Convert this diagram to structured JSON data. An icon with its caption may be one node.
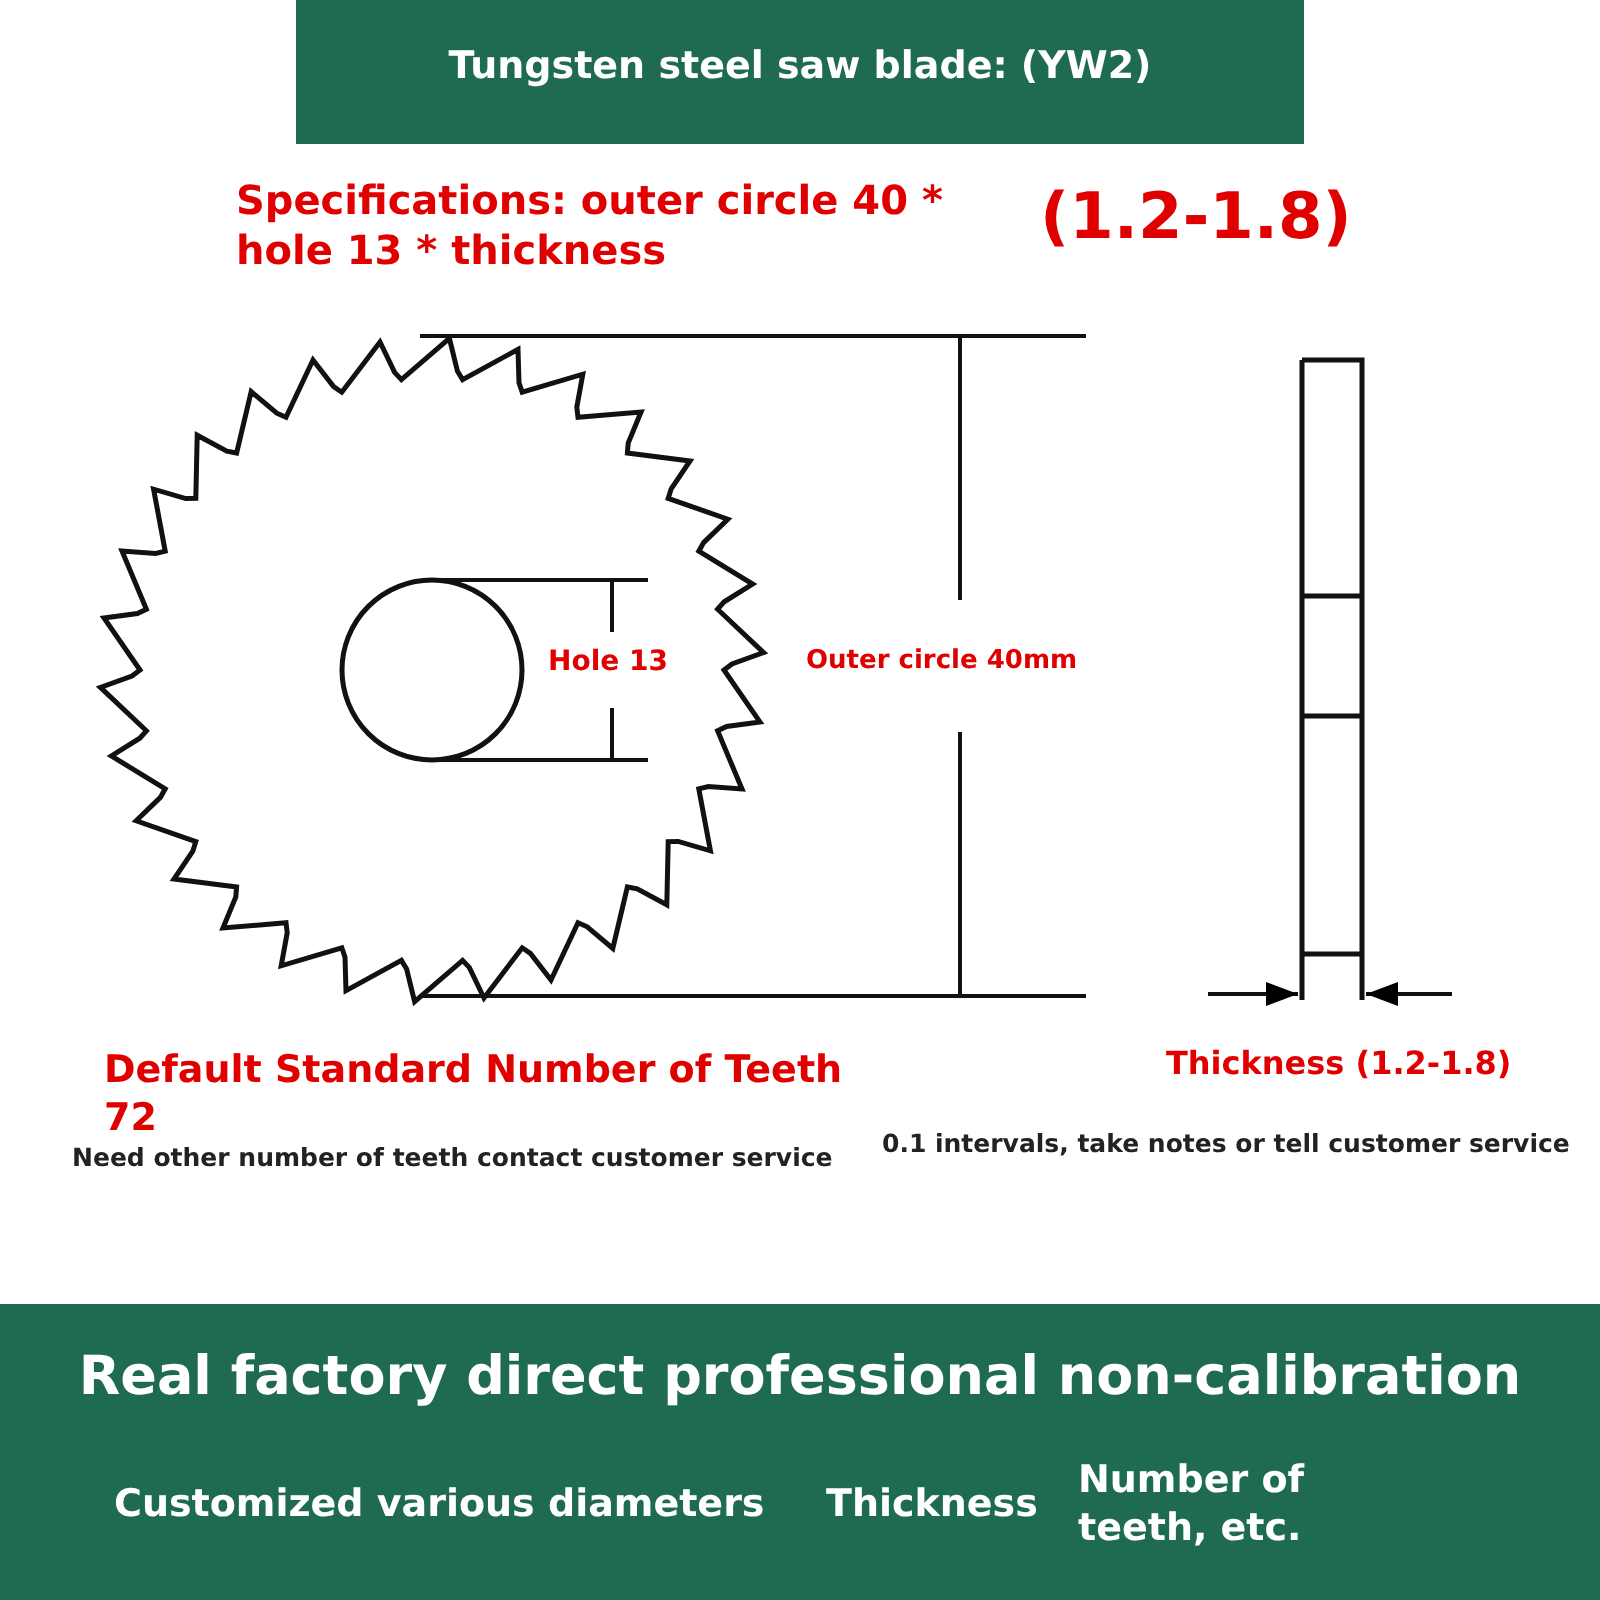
{
  "diagram": {
    "title": "Tungsten steel saw blade: (YW2)",
    "labels": [
      "Specifications: outer circle 40 * hole 13 * thickness",
      "(1.2-1.8)",
      "Hole 13",
      "Outer circle 40mm",
      "Default Standard Number of Teeth 72",
      "Thickness (1.2-1.8)",
      "Need other number of teeth contact customer service",
      "0.1 intervals, take notes or tell customer service",
      "Real factory direct professional non-calibration",
      "Customized various diameters",
      "Thickness",
      "Number of teeth, etc."
    ]
  }
}
